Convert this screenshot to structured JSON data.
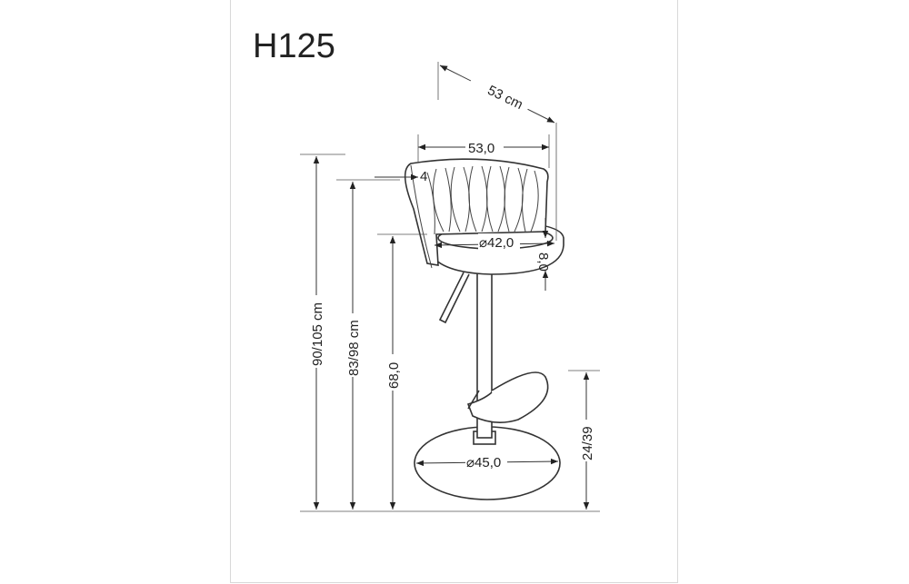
{
  "title": "H125",
  "dimensions": {
    "depth": "53 cm",
    "backrest_width": "53,0",
    "backrest_thickness": "4",
    "seat_diameter": "⌀42,0",
    "seat_thickness": "8,0",
    "total_height": "90/105 cm",
    "backrest_top_height": "83/98 cm",
    "seat_height": "68,0",
    "footrest_height": "24/39",
    "base_diameter": "⌀45,0"
  },
  "colors": {
    "line": "#333333",
    "background": "#ffffff"
  }
}
